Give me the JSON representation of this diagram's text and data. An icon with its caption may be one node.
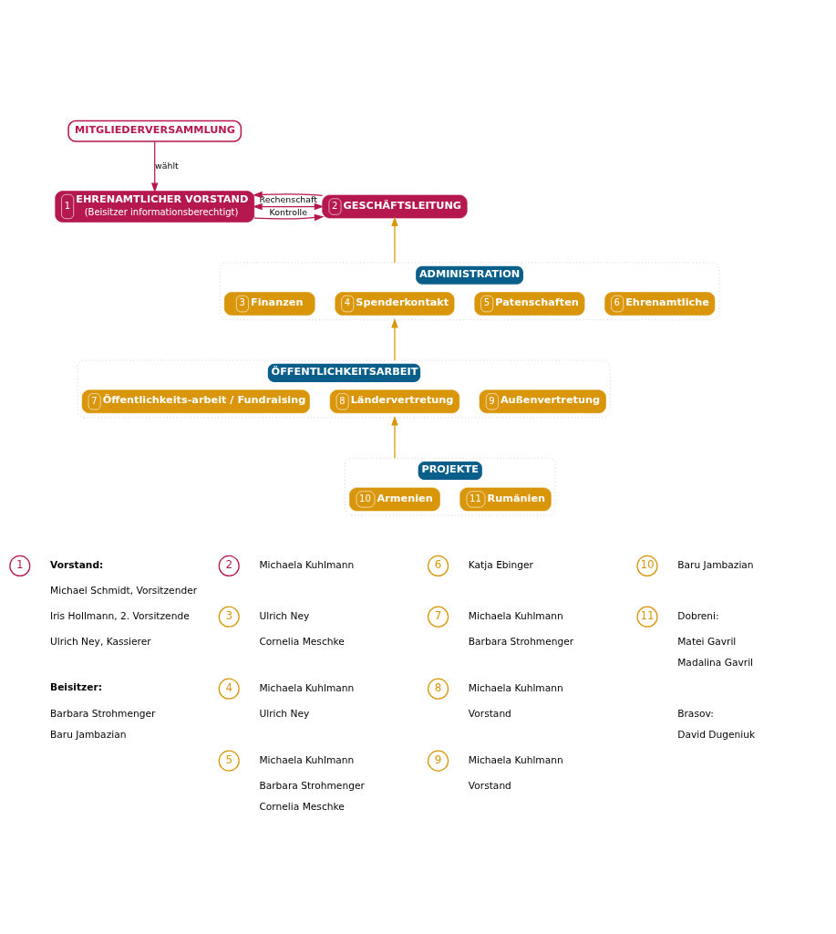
{
  "diagram": {
    "nodes": [
      {
        "text": [
          "MITGLIEDERVERSAMMLUNG"
        ]
      },
      {
        "text": [
          "1",
          "EHRENAMTLICHER VORSTAND",
          "(Beisitzer informationsberechtigt)"
        ]
      },
      {
        "text": [
          "2",
          "GESCHÄFTSLEITUNG"
        ]
      },
      {
        "text": [
          "ADMINISTRATION"
        ]
      },
      {
        "text": [
          "3",
          "Finanzen"
        ],
        "in": 3
      },
      {
        "text": [
          "4",
          "Spenderkontakt"
        ],
        "in": 3
      },
      {
        "text": [
          "5",
          "Patenschaften"
        ],
        "in": 3
      },
      {
        "text": [
          "6",
          "Ehrenamtliche"
        ],
        "in": 3
      },
      {
        "text": [
          "ÖFFENTLICHKEITSARBEIT"
        ]
      },
      {
        "text": [
          "7",
          "Öffentlichkeits-arbeit / Fundraising"
        ],
        "in": 8
      },
      {
        "text": [
          "8",
          "Ländervertretung"
        ],
        "in": 8
      },
      {
        "text": [
          "9",
          "Außenvertretung"
        ],
        "in": 8
      },
      {
        "text": [
          "PROJEKTE"
        ]
      },
      {
        "text": [
          "10",
          "Armenien"
        ],
        "in": 12
      },
      {
        "text": [
          "11",
          "Rumänien"
        ],
        "in": 12
      }
    ],
    "edges": [
      {
        "from": 0,
        "to": 1,
        "arrow": "to",
        "label": "wählt"
      },
      {
        "from": 1,
        "to": 2,
        "arrow": "to",
        "label": "Kontrolle"
      },
      {
        "from": 2,
        "to": 1,
        "arrow": "to"
      },
      {
        "from": 1,
        "to": 2,
        "arrow": "both",
        "label": "Rechenschaft"
      },
      {
        "from": 3,
        "to": 2,
        "arrow": "to",
        "color": "#d9960a"
      },
      {
        "from": 8,
        "to": 3,
        "arrow": "to",
        "color": "#d9960a"
      },
      {
        "from": 12,
        "to": 8,
        "arrow": "to",
        "color": "#d9960a"
      }
    ],
    "labels": [
      "1",
      "Vorstand:",
      "Michael Schmidt, Vorsitzender",
      "Iris Hollmann, 2. Vorsitzende",
      "Ulrich Ney, Kassierer",
      "Beisitzer:",
      "Barbara Strohmenger",
      "Baru Jambazian",
      "2",
      "Michaela Kuhlmann",
      "3",
      "Ulrich Ney",
      "Cornelia Meschke",
      "4",
      "Michaela Kuhlmann",
      "Ulrich Ney",
      "5",
      "Michaela Kuhlmann",
      "Barbara Strohmenger",
      "Cornelia Meschke",
      "6",
      "Katja Ebinger",
      "7",
      "Michaela Kuhlmann",
      "Barbara Strohmenger",
      "8",
      "Michaela Kuhlmann",
      "Vorstand",
      "9",
      "Michaela Kuhlmann",
      "Vorstand",
      "10",
      "Baru Jambazian",
      "11",
      "Dobreni:",
      "Matei Gavril",
      "Madalina Gavril",
      "Brasov:",
      "David Dugeniuk"
    ]
  }
}
